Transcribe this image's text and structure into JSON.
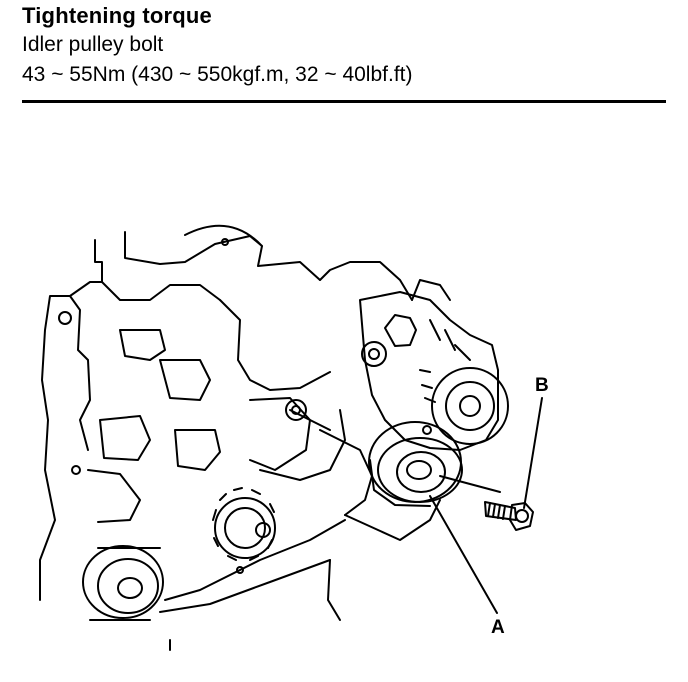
{
  "spec": {
    "title": "Tightening torque",
    "item": "Idler pulley bolt",
    "value": "43 ~ 55Nm (430 ~ 550kgf.m, 32 ~ 40lbf.ft)"
  },
  "figure": {
    "callout_a": "A",
    "callout_b": "B"
  }
}
